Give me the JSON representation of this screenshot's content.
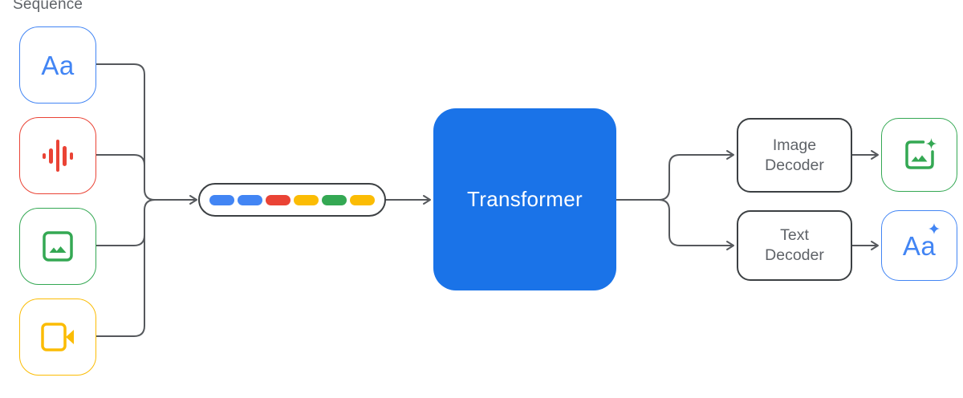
{
  "diagram": {
    "sequence_label": "Sequence",
    "colors": {
      "blue": "#4285f4",
      "red": "#ea4335",
      "green": "#34a853",
      "yellow": "#fbbc04",
      "transformer_blue": "#1a73e8",
      "connector_gray": "#55585c",
      "label_gray": "#5f6368"
    },
    "inputs": [
      {
        "name": "text",
        "glyph": "Aa",
        "color": "#4285f4",
        "icon": "text-aa-icon"
      },
      {
        "name": "audio",
        "color": "#ea4335",
        "icon": "audio-waveform-icon"
      },
      {
        "name": "image",
        "color": "#34a853",
        "icon": "image-icon"
      },
      {
        "name": "video",
        "color": "#fbbc04",
        "icon": "video-camera-icon"
      }
    ],
    "token_sequence": {
      "tokens": [
        "#4285f4",
        "#4285f4",
        "#ea4335",
        "#fbbc04",
        "#34a853",
        "#fbbc04"
      ]
    },
    "transformer": {
      "label": "Transformer",
      "bg": "#1a73e8"
    },
    "decoders": {
      "image": {
        "line1": "Image",
        "line2": "Decoder"
      },
      "text": {
        "line1": "Text",
        "line2": "Decoder"
      }
    },
    "outputs": {
      "image": {
        "name": "generated-image",
        "color": "#34a853",
        "icon": "image-sparkle-icon"
      },
      "text": {
        "name": "generated-text",
        "glyph": "Aa",
        "color": "#4285f4",
        "icon": "text-sparkle-icon"
      }
    }
  }
}
